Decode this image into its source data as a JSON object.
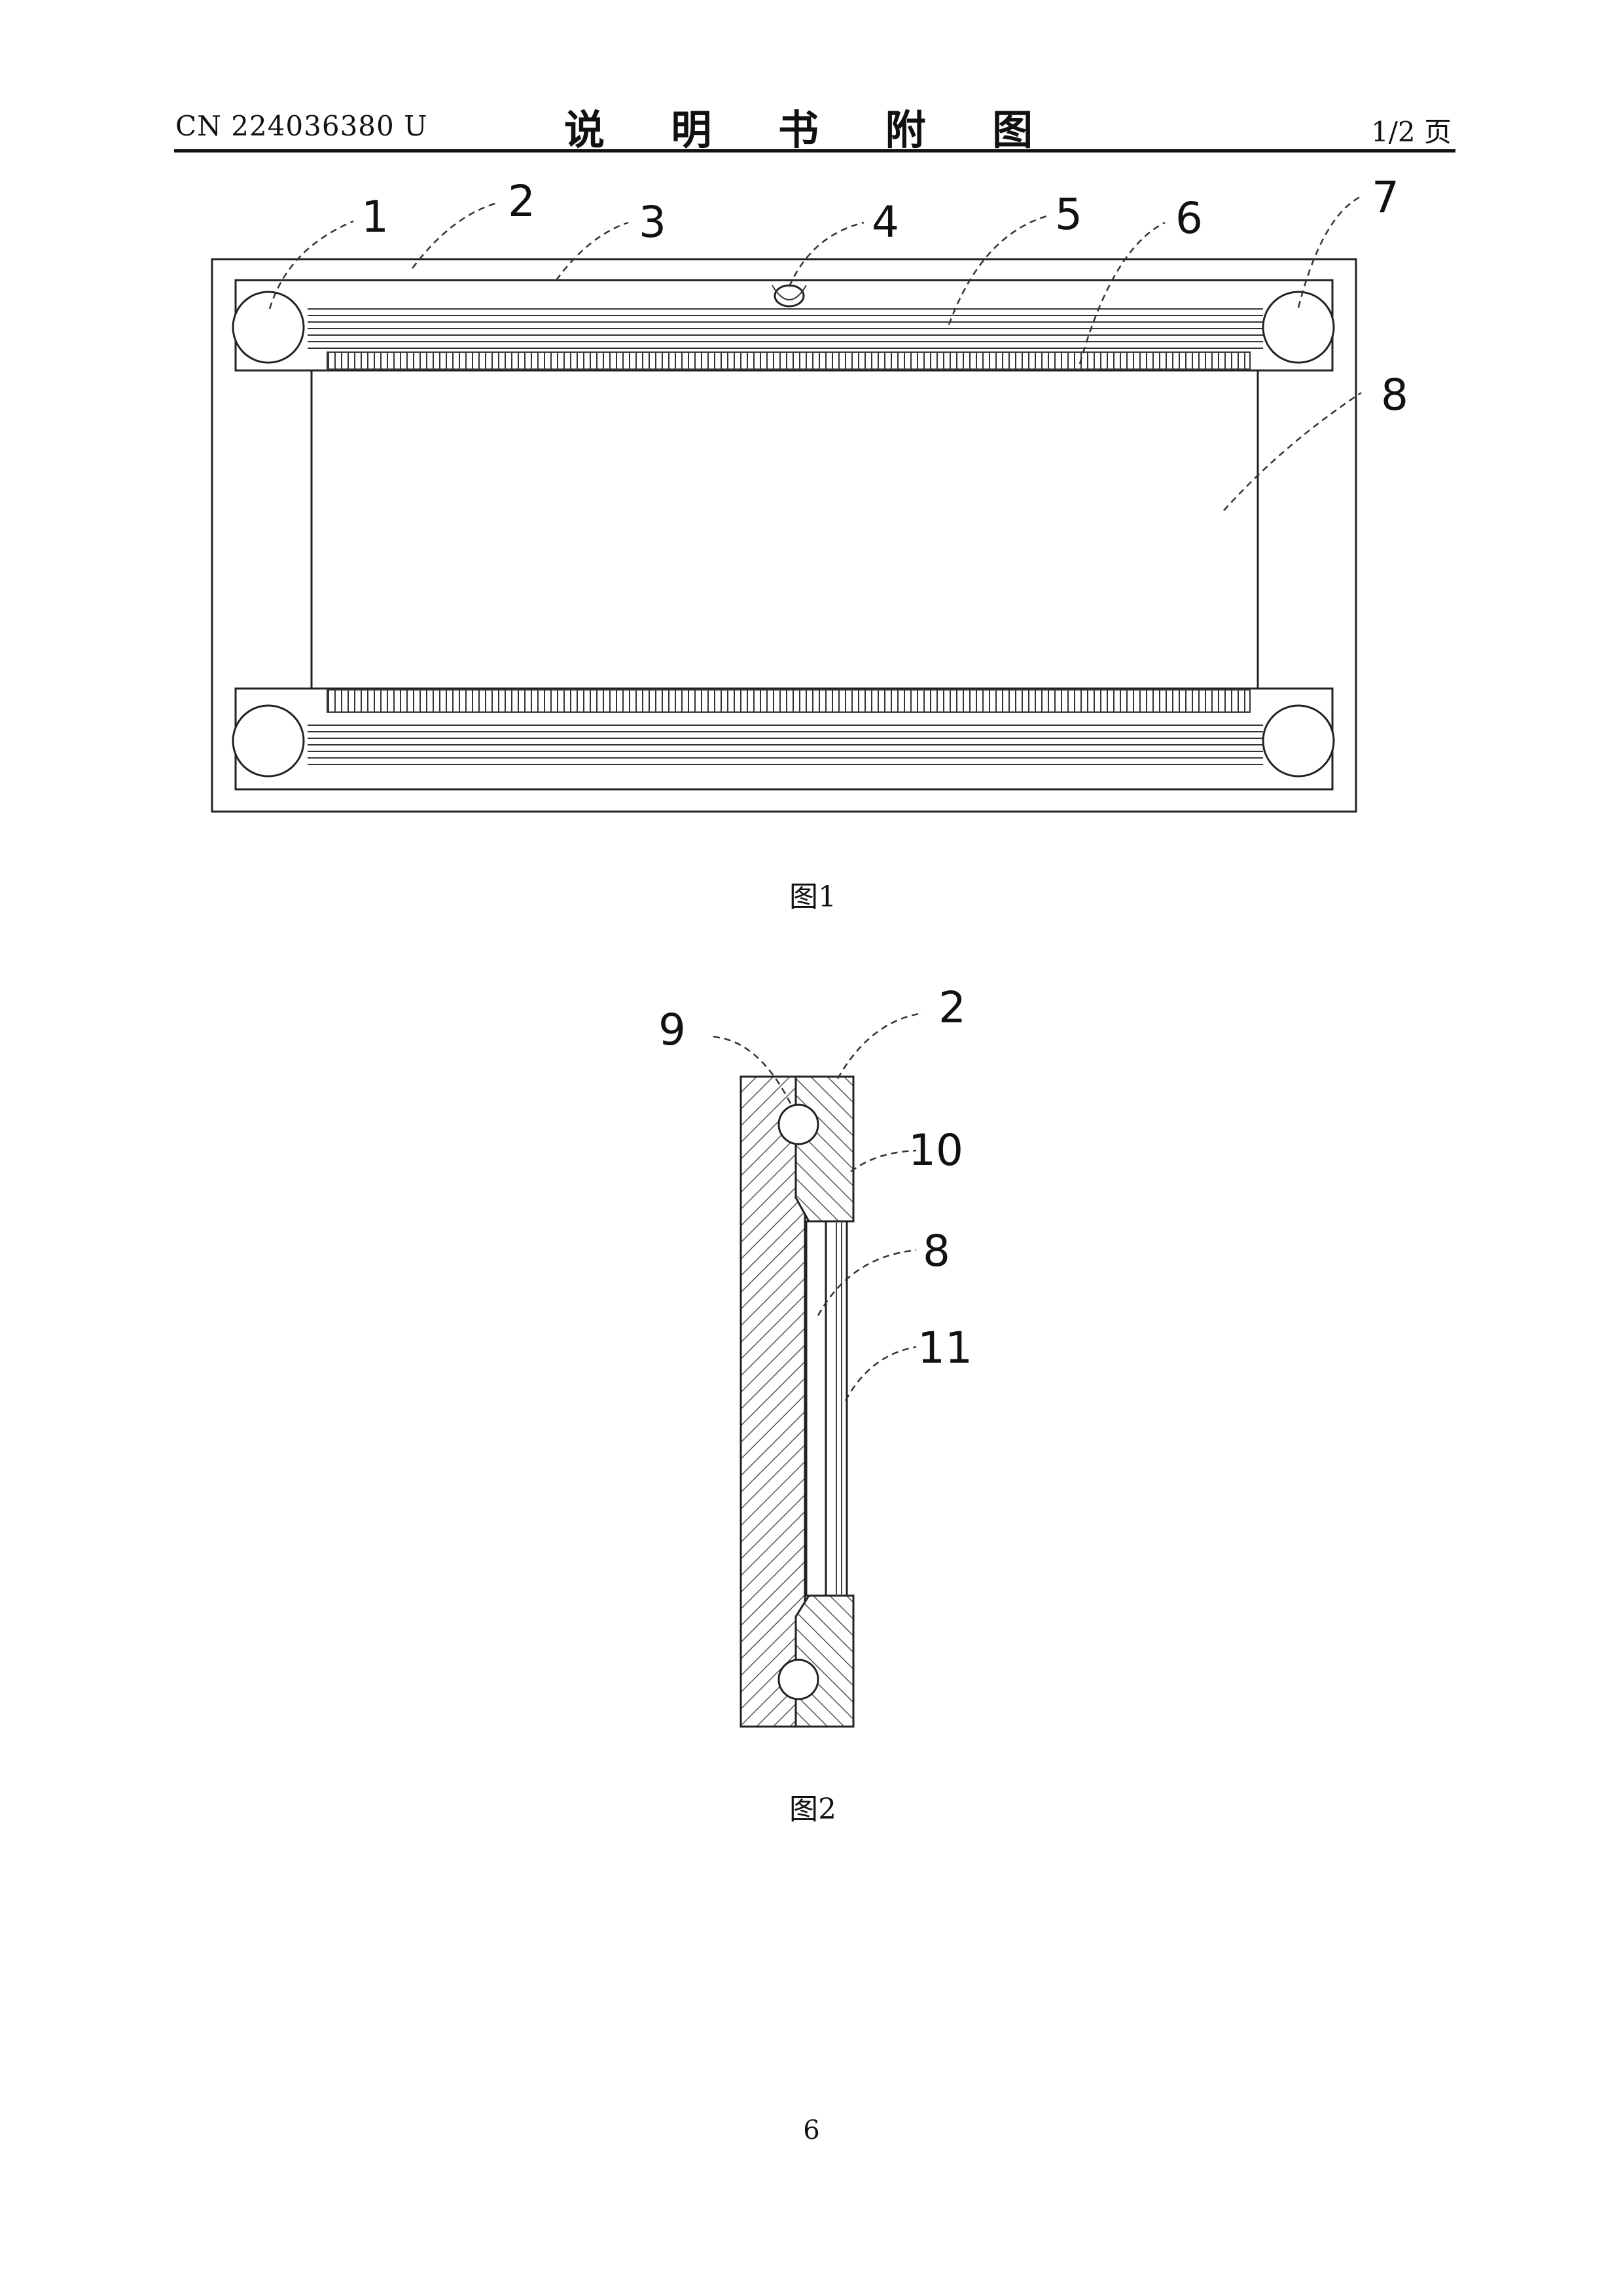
{
  "header": {
    "publication_number": "CN 224036380 U",
    "title": "说 明 书 附 图",
    "page_indicator": "1/2 页"
  },
  "figures": [
    {
      "caption": "图1",
      "callouts": [
        "1",
        "2",
        "3",
        "4",
        "5",
        "6",
        "7",
        "8"
      ]
    },
    {
      "caption": "图2",
      "callouts": [
        "9",
        "2",
        "10",
        "8",
        "11"
      ]
    }
  ],
  "footer": {
    "page_number": "6"
  },
  "colors": {
    "ink": "#111111",
    "paper": "#ffffff"
  }
}
